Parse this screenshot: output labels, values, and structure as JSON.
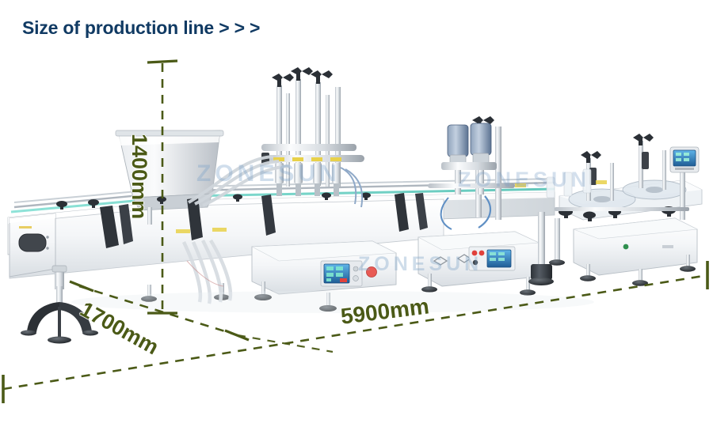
{
  "page": {
    "title": "Size of production line > > >",
    "title_color": "#103a63",
    "background_color": "#ffffff"
  },
  "watermarks": [
    {
      "text": "ZONESUN"
    },
    {
      "text": "ZONESUN"
    },
    {
      "text": "ZONESUN"
    }
  ],
  "dimensions": {
    "height": {
      "label": "1400mm",
      "color": "#4b5a17",
      "orientation": "vertical"
    },
    "depth": {
      "label": "1700mm",
      "color": "#4b5a17",
      "orientation": "diagonal"
    },
    "length": {
      "label": "5900mm",
      "color": "#4b5a17",
      "orientation": "horizontal"
    }
  },
  "machines": [
    {
      "name": "conveyor-infeed"
    },
    {
      "name": "hopper"
    },
    {
      "name": "filling-machine"
    },
    {
      "name": "capping-machine"
    },
    {
      "name": "labeling-machine"
    }
  ],
  "colors": {
    "dimension_green": "#4b5a17",
    "title_navy": "#103a63",
    "watermark_blue": "#78a0c8",
    "machine_body": "#f2f4f6",
    "machine_shadow": "#c7ccd2",
    "machine_dark": "#3c4148",
    "conveyor_belt": "#7fd8cd",
    "motor_blue": "#5f7ca0",
    "hmi_screen": "#2e6fa8",
    "button_red": "#e0413c"
  }
}
